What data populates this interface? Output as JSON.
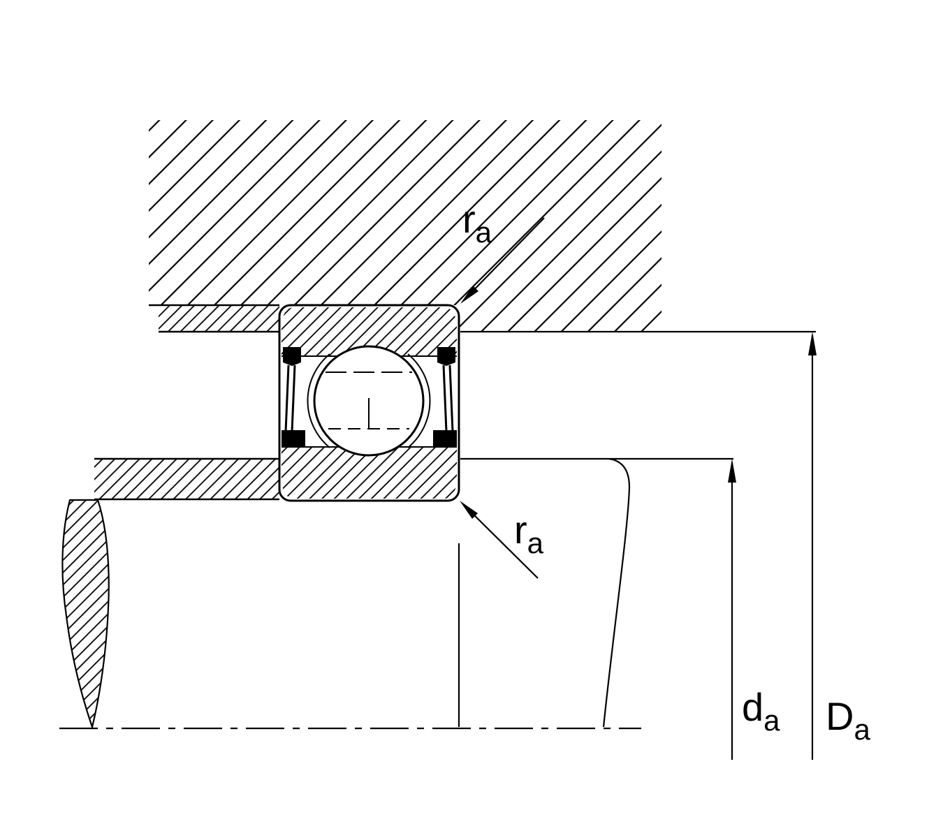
{
  "diagram": {
    "kind": "bearing-mounting-cross-section",
    "colors": {
      "ink": "#000000",
      "background": "#ffffff"
    },
    "labels": {
      "ra_top": {
        "main": "r",
        "sub": "a"
      },
      "ra_bottom": {
        "main": "r",
        "sub": "a"
      },
      "da": {
        "main": "d",
        "sub": "a"
      },
      "Da": {
        "main": "D",
        "sub": "a"
      }
    }
  }
}
